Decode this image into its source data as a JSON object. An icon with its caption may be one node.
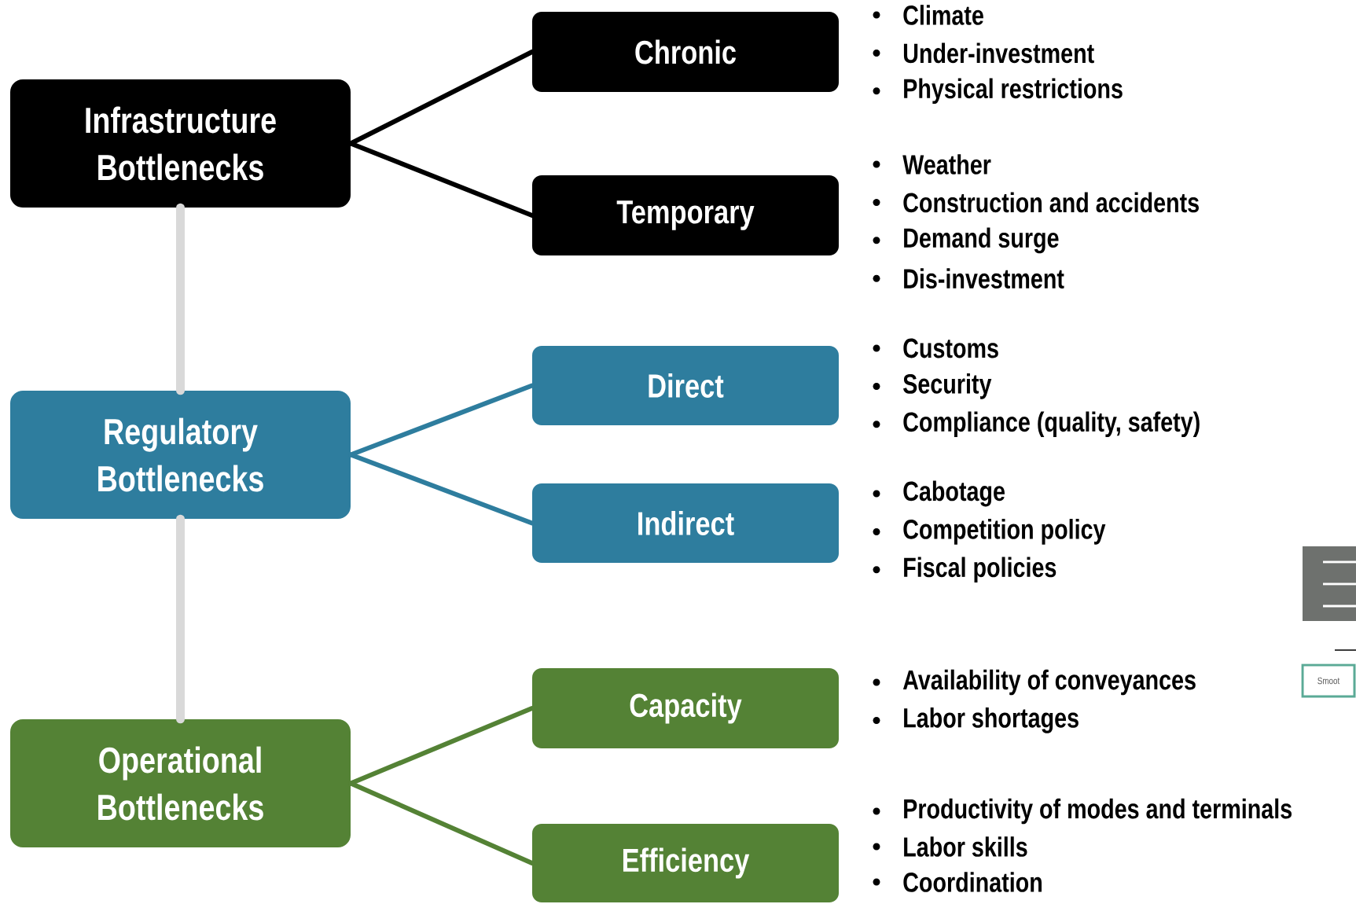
{
  "diagram": {
    "nodes": [
      {
        "text": [
          "Infrastructure Bottlenecks"
        ]
      },
      {
        "text": [
          "Chronic"
        ],
        "beside": [
          "Climate",
          "Under-investment",
          "Physical restrictions"
        ]
      },
      {
        "text": [
          "Temporary"
        ],
        "beside": [
          "Weather",
          "Construction and accidents",
          "Demand surge",
          "Dis-investment"
        ]
      },
      {
        "text": [
          "Regulatory Bottlenecks"
        ]
      },
      {
        "text": [
          "Direct"
        ],
        "beside": [
          "Customs",
          "Security",
          "Compliance (quality, safety)"
        ]
      },
      {
        "text": [
          "Indirect"
        ],
        "beside": [
          "Cabotage",
          "Competition policy",
          "Fiscal policies"
        ]
      },
      {
        "text": [
          "Operational Bottlenecks"
        ]
      },
      {
        "text": [
          "Capacity"
        ],
        "beside": [
          "Availability of conveyances",
          "Labor shortages"
        ]
      },
      {
        "text": [
          "Efficiency"
        ],
        "beside": [
          "Productivity of modes and terminals",
          "Labor skills",
          "Coordination"
        ]
      },
      {
        "text": [
          "Smoot"
        ]
      }
    ],
    "edges": [
      {
        "from": 0,
        "to": 1,
        "arrow": "none",
        "color": "#000000"
      },
      {
        "from": 0,
        "to": 2,
        "arrow": "none",
        "color": "#000000"
      },
      {
        "from": 3,
        "to": 4,
        "arrow": "none",
        "color": "#2e7d9e"
      },
      {
        "from": 3,
        "to": 5,
        "arrow": "none",
        "color": "#2e7d9e"
      },
      {
        "from": 6,
        "to": 7,
        "arrow": "none",
        "color": "#548235"
      },
      {
        "from": 6,
        "to": 8,
        "arrow": "none",
        "color": "#548235"
      },
      {
        "from": 0,
        "to": 3,
        "arrow": "none",
        "style": "thick",
        "color": "#d9d9d9"
      },
      {
        "from": 3,
        "to": 6,
        "arrow": "none",
        "style": "thick",
        "color": "#d9d9d9"
      }
    ]
  }
}
